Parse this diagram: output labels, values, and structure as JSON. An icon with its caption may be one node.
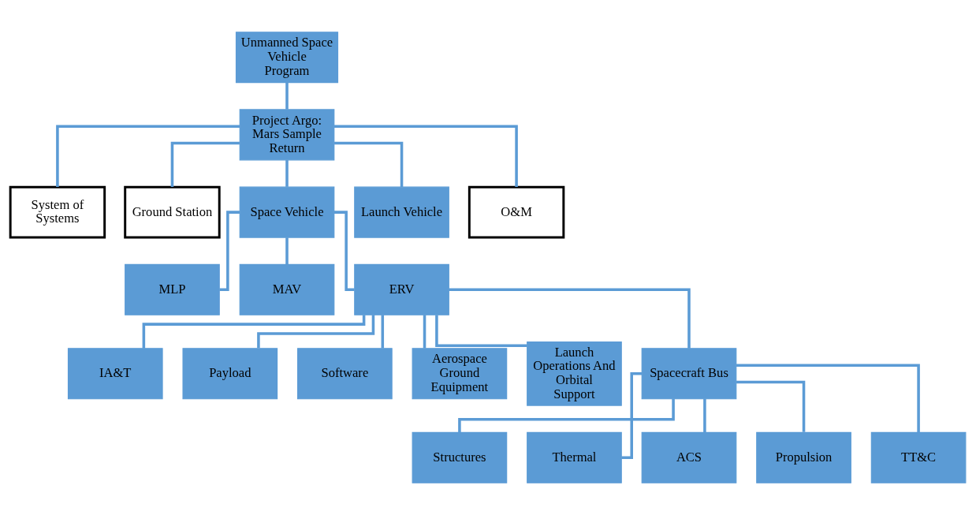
{
  "diagram": {
    "nodes": [
      {
        "text": [
          "Unmanned Space Vehicle Program"
        ]
      },
      {
        "text": [
          "Project Argo: Mars Sample Return"
        ]
      },
      {
        "text": [
          "System of Systems"
        ]
      },
      {
        "text": [
          "Ground Station"
        ]
      },
      {
        "text": [
          "Space Vehicle"
        ]
      },
      {
        "text": [
          "Launch Vehicle"
        ]
      },
      {
        "text": [
          "O&M"
        ]
      },
      {
        "text": [
          "MLP"
        ]
      },
      {
        "text": [
          "MAV"
        ]
      },
      {
        "text": [
          "ERV"
        ]
      },
      {
        "text": [
          "IA&T"
        ]
      },
      {
        "text": [
          "Payload"
        ]
      },
      {
        "text": [
          "Software"
        ]
      },
      {
        "text": [
          "Aerospace Ground Equipment"
        ]
      },
      {
        "text": [
          "Launch Operations And Orbital Support"
        ]
      },
      {
        "text": [
          "Spacecraft Bus"
        ]
      },
      {
        "text": [
          "Structures"
        ]
      },
      {
        "text": [
          "Thermal"
        ]
      },
      {
        "text": [
          "ACS"
        ]
      },
      {
        "text": [
          "Propulsion"
        ]
      },
      {
        "text": [
          "TT&C"
        ]
      }
    ],
    "edges": [
      {
        "from": 0,
        "to": 1,
        "arrow": "none"
      },
      {
        "from": 1,
        "to": 2,
        "arrow": "none"
      },
      {
        "from": 1,
        "to": 3,
        "arrow": "none"
      },
      {
        "from": 1,
        "to": 4,
        "arrow": "none"
      },
      {
        "from": 1,
        "to": 5,
        "arrow": "none"
      },
      {
        "from": 1,
        "to": 6,
        "arrow": "none"
      },
      {
        "from": 4,
        "to": 7,
        "arrow": "none"
      },
      {
        "from": 4,
        "to": 8,
        "arrow": "none"
      },
      {
        "from": 4,
        "to": 9,
        "arrow": "none"
      },
      {
        "from": 9,
        "to": 10,
        "arrow": "none"
      },
      {
        "from": 9,
        "to": 11,
        "arrow": "none"
      },
      {
        "from": 9,
        "to": 12,
        "arrow": "none"
      },
      {
        "from": 9,
        "to": 13,
        "arrow": "none"
      },
      {
        "from": 9,
        "to": 14,
        "arrow": "none"
      },
      {
        "from": 9,
        "to": 15,
        "arrow": "none"
      },
      {
        "from": 15,
        "to": 16,
        "arrow": "none"
      },
      {
        "from": 15,
        "to": 17,
        "arrow": "none"
      },
      {
        "from": 15,
        "to": 18,
        "arrow": "none"
      },
      {
        "from": 15,
        "to": 19,
        "arrow": "none"
      },
      {
        "from": 15,
        "to": 20,
        "arrow": "none"
      }
    ]
  }
}
